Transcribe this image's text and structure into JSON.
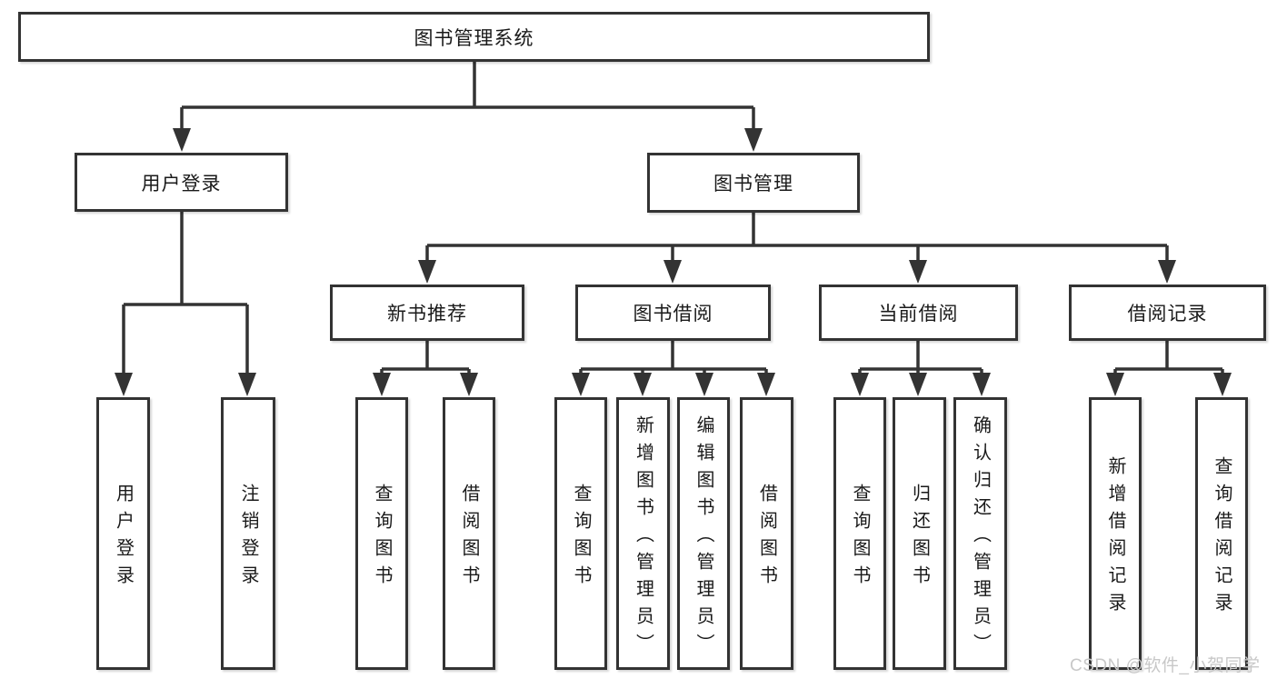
{
  "diagram": {
    "root": {
      "label": "图书管理系统"
    },
    "modules": [
      {
        "label": "用户登录"
      },
      {
        "label": "图书管理"
      }
    ],
    "submodules": [
      {
        "label": "新书推荐",
        "parent": "图书管理"
      },
      {
        "label": "图书借阅",
        "parent": "图书管理"
      },
      {
        "label": "当前借阅",
        "parent": "图书管理"
      },
      {
        "label": "借阅记录",
        "parent": "图书管理"
      }
    ],
    "functions": [
      {
        "label": "用户登录",
        "parent": "用户登录"
      },
      {
        "label": "注销登录",
        "parent": "用户登录"
      },
      {
        "label": "查询图书",
        "parent": "新书推荐"
      },
      {
        "label": "借阅图书",
        "parent": "新书推荐"
      },
      {
        "label": "查询图书",
        "parent": "图书借阅"
      },
      {
        "label": "新增图书（管理员）",
        "parent": "图书借阅"
      },
      {
        "label": "编辑图书（管理员）",
        "parent": "图书借阅"
      },
      {
        "label": "借阅图书",
        "parent": "图书借阅"
      },
      {
        "label": "查询图书",
        "parent": "当前借阅"
      },
      {
        "label": "归还图书",
        "parent": "当前借阅"
      },
      {
        "label": "确认归还（管理员）",
        "parent": "当前借阅"
      },
      {
        "label": "新增借阅记录",
        "parent": "借阅记录"
      },
      {
        "label": "查询借阅记录",
        "parent": "借阅记录"
      }
    ]
  },
  "watermark": {
    "text": "CSDN @软件_小贺同学"
  },
  "colors": {
    "line": "#333333",
    "box_border": "#333333",
    "text": "#1a1a1a",
    "background": "#ffffff",
    "watermark": "#c8c8c8"
  }
}
